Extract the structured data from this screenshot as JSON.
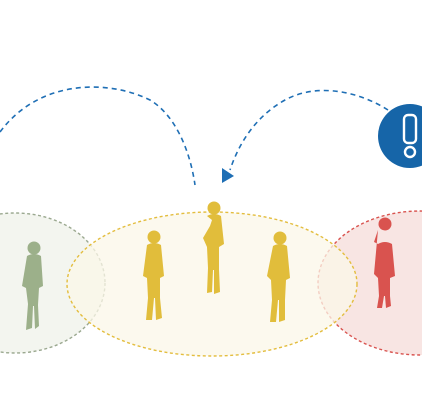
{
  "diagram": {
    "description_free": true,
    "groups": [
      {
        "id": "left",
        "fill": "#f3f5ef",
        "stroke": "#9aa88f"
      },
      {
        "id": "center",
        "fill": "#fbf7e8",
        "stroke": "#e3bd3e"
      },
      {
        "id": "right",
        "fill": "#f8e5e3",
        "stroke": "#d9534f"
      }
    ],
    "people": [
      {
        "group": "left",
        "color": "#9cb08a",
        "pose": "standing"
      },
      {
        "group": "center",
        "color": "#e1bd3b",
        "pose": "standing"
      },
      {
        "group": "center",
        "color": "#e1bd3b",
        "pose": "hand-to-chin"
      },
      {
        "group": "center",
        "color": "#e1bd3b",
        "pose": "standing"
      },
      {
        "group": "right",
        "color": "#d9534f",
        "pose": "standing"
      }
    ],
    "arrows": {
      "color": "#1f6fb5",
      "style": "dashed"
    },
    "alert": {
      "icon": "exclamation-icon",
      "color": "#1665a8",
      "glyph": "!"
    }
  }
}
